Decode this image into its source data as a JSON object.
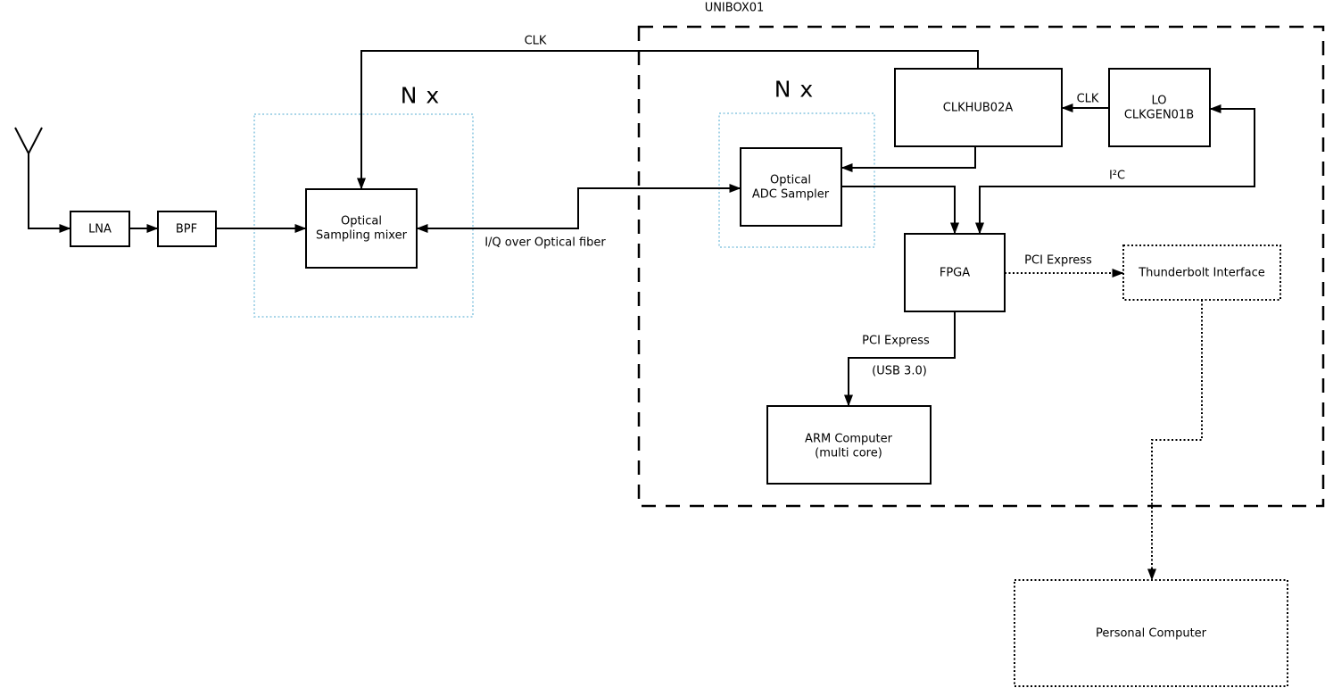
{
  "containers": {
    "unibox": {
      "label": "UNIBOX01"
    },
    "nx_mixer": {
      "label": "N x"
    },
    "nx_adc": {
      "label": "N x"
    }
  },
  "nodes": {
    "lna": {
      "label": "LNA"
    },
    "bpf": {
      "label": "BPF"
    },
    "optical_sampling_mixer": {
      "line1": "Optical",
      "line2": "Sampling mixer"
    },
    "optical_adc_sampler": {
      "line1": "Optical",
      "line2": "ADC Sampler"
    },
    "clkhub": {
      "label": "CLKHUB02A"
    },
    "lo_clkgen": {
      "line1": "LO",
      "line2": "CLKGEN01B"
    },
    "fpga": {
      "label": "FPGA"
    },
    "thunderbolt": {
      "label": "Thunderbolt Interface"
    },
    "arm_computer": {
      "line1": "ARM Computer",
      "line2": "(multi core)"
    },
    "personal_computer": {
      "label": "Personal Computer"
    }
  },
  "edge_labels": {
    "clk_main": "CLK",
    "clk_lo_to_hub": "CLK",
    "i2c": "I²C",
    "iq_fiber": "I/Q over Optical fiber",
    "pcie_thunderbolt": "PCI Express",
    "pcie_arm": "PCI Express",
    "usb": "(USB 3.0)"
  },
  "colors": {
    "line": "#000000",
    "nx_accent": "#a8d5e8",
    "background": "#ffffff"
  }
}
